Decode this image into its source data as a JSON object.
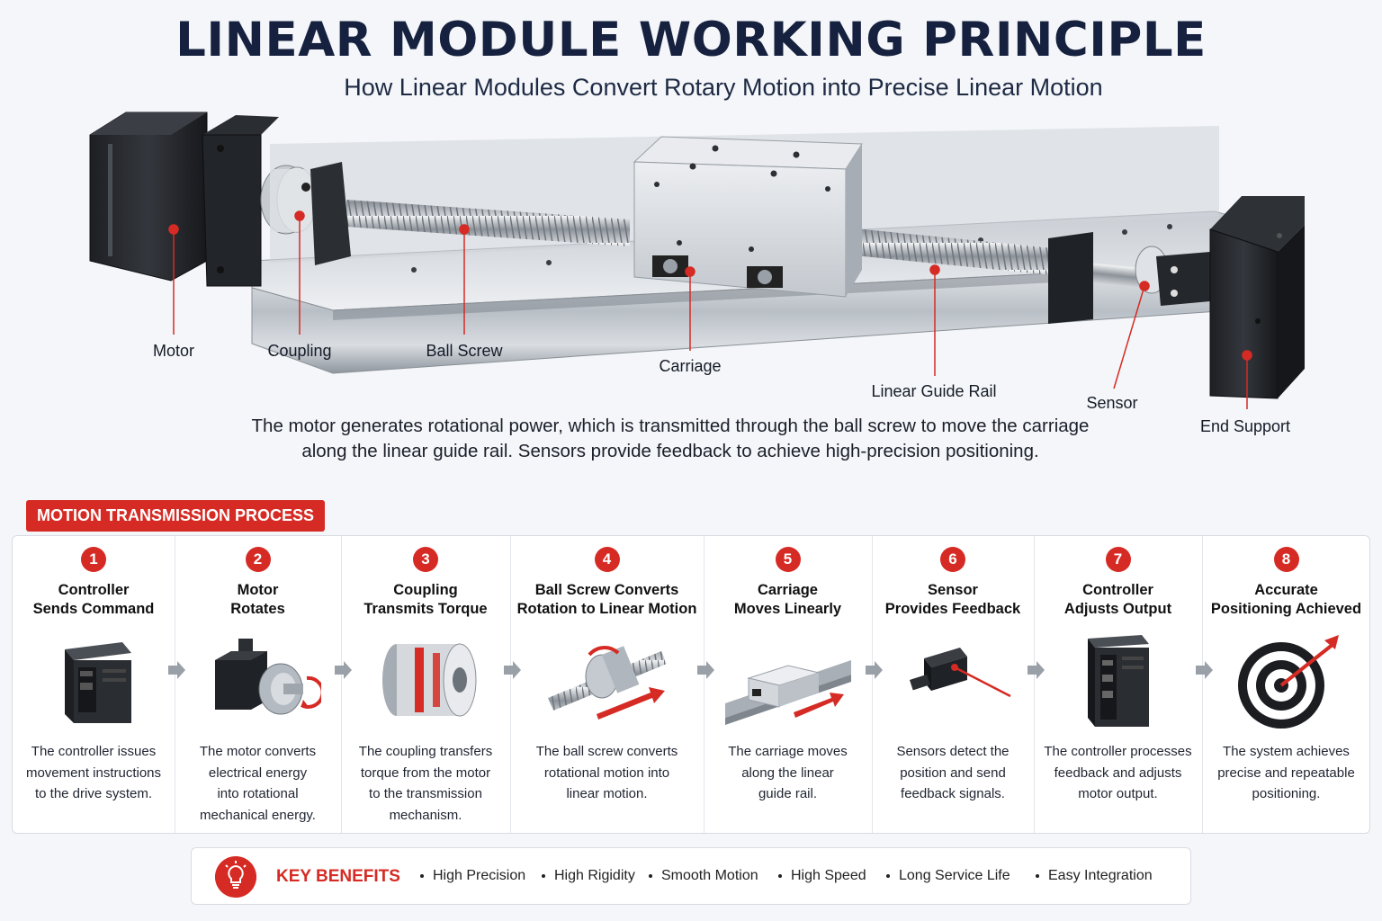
{
  "header": {
    "title": "LINEAR MODULE WORKING PRINCIPLE",
    "subtitle": "How Linear Modules Convert Rotary Motion into Precise Linear Motion"
  },
  "callouts": {
    "motor": "Motor",
    "coupling": "Coupling",
    "ball_screw": "Ball Screw",
    "carriage": "Carriage",
    "linear_guide_rail": "Linear Guide Rail",
    "sensor": "Sensor",
    "end_support": "End Support"
  },
  "description": {
    "line1": "The motor generates rotational power, which is transmitted through the ball screw to move the carriage",
    "line2": "along the linear guide rail. Sensors provide feedback to achieve high-precision positioning."
  },
  "process": {
    "label": "MOTION TRANSMISSION PROCESS",
    "steps": [
      {
        "num": "1",
        "title1": "Controller",
        "title2": "Sends Command",
        "icon": "controller-box-icon",
        "d1": "The controller issues",
        "d2": "movement instructions",
        "d3": "to the drive system.",
        "d4": ""
      },
      {
        "num": "2",
        "title1": "Motor",
        "title2": "Rotates",
        "icon": "servo-motor-icon",
        "d1": "The motor converts",
        "d2": "electrical energy",
        "d3": "into rotational",
        "d4": "mechanical energy."
      },
      {
        "num": "3",
        "title1": "Coupling",
        "title2": "Transmits Torque",
        "icon": "coupling-icon",
        "d1": "The coupling transfers",
        "d2": "torque from the motor",
        "d3": "to the transmission",
        "d4": "mechanism."
      },
      {
        "num": "4",
        "title1": "Ball Screw Converts",
        "title2": "Rotation to Linear Motion",
        "icon": "ball-screw-icon",
        "d1": "The ball screw converts",
        "d2": "rotational motion into",
        "d3": "linear motion.",
        "d4": ""
      },
      {
        "num": "5",
        "title1": "Carriage",
        "title2": "Moves Linearly",
        "icon": "carriage-icon",
        "d1": "The carriage moves",
        "d2": "along the linear",
        "d3": "guide rail.",
        "d4": ""
      },
      {
        "num": "6",
        "title1": "Sensor",
        "title2": "Provides Feedback",
        "icon": "sensor-icon",
        "d1": "Sensors detect the",
        "d2": "position and send",
        "d3": "feedback signals.",
        "d4": ""
      },
      {
        "num": "7",
        "title1": "Controller",
        "title2": "Adjusts Output",
        "icon": "controller-unit-icon",
        "d1": "The controller processes",
        "d2": "feedback and adjusts",
        "d3": "motor output.",
        "d4": ""
      },
      {
        "num": "8",
        "title1": "Accurate",
        "title2": "Positioning Achieved",
        "icon": "target-icon",
        "d1": "The system achieves",
        "d2": "precise and repeatable",
        "d3": "positioning.",
        "d4": ""
      }
    ]
  },
  "benefits": {
    "title": "KEY BENEFITS",
    "icon": "lightbulb-icon",
    "items": [
      "High Precision",
      "High Rigidity",
      "Smooth Motion",
      "High Speed",
      "Long Service Life",
      "Easy Integration"
    ]
  },
  "colors": {
    "accent_red": "#d52b24",
    "title_navy": "#16213f",
    "background": "#f4f6f9"
  }
}
